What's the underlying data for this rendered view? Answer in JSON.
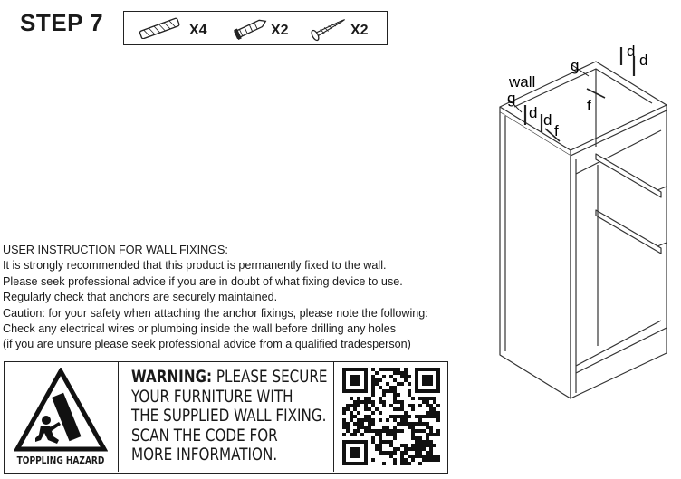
{
  "step": {
    "title": "STEP 7"
  },
  "parts": [
    {
      "icon": "dowel-icon",
      "count": "X4"
    },
    {
      "icon": "wall-plug-icon",
      "count": "X2"
    },
    {
      "icon": "screw-icon",
      "count": "X2"
    }
  ],
  "instructions": {
    "heading": "USER INSTRUCTION FOR WALL FIXINGS:",
    "lines": [
      "It is strongly recommended that this product is permanently fixed to the wall.",
      "Please seek professional advice if you are in doubt of what fixing device to use.",
      "Regularly check that anchors are securely maintained.",
      "Caution: for your safety when attaching the anchor fixings, please note the following:",
      "Check any electrical wires or plumbing inside the wall before drilling any holes",
      "(if you are unsure please seek professional advice from a qualified tradesperson)"
    ]
  },
  "warning": {
    "hazard_label": "TOPPLING HAZARD",
    "lead": "WARNING:",
    "line1_rest": "PLEASE SECURE",
    "line2": "YOUR FURNITURE WITH",
    "line3": "THE SUPPLIED WALL FIXING.",
    "line4": "SCAN THE CODE FOR",
    "line5": "MORE INFORMATION."
  },
  "diagram": {
    "wall_label": "wall",
    "labels": {
      "g": "g",
      "d": "d",
      "f": "f"
    }
  }
}
